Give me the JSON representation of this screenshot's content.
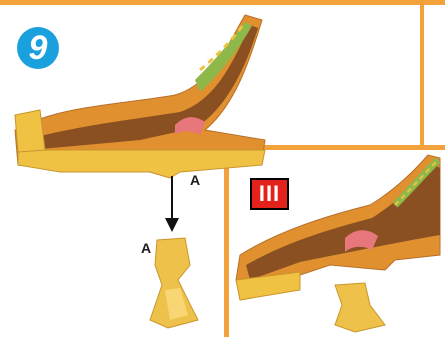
{
  "step": {
    "number": "9"
  },
  "labels": {
    "connector_top": "A",
    "connector_bottom": "A"
  },
  "variant": {
    "roman": "III"
  },
  "colors": {
    "frame": "#f3a23b",
    "badge": "#1aa0dc",
    "roman_bg": "#e3221b",
    "track_orange": "#e0902e",
    "track_brown": "#8a5022",
    "track_yellow": "#f0c243",
    "track_green": "#8fb84a",
    "track_pink": "#e8777b"
  }
}
